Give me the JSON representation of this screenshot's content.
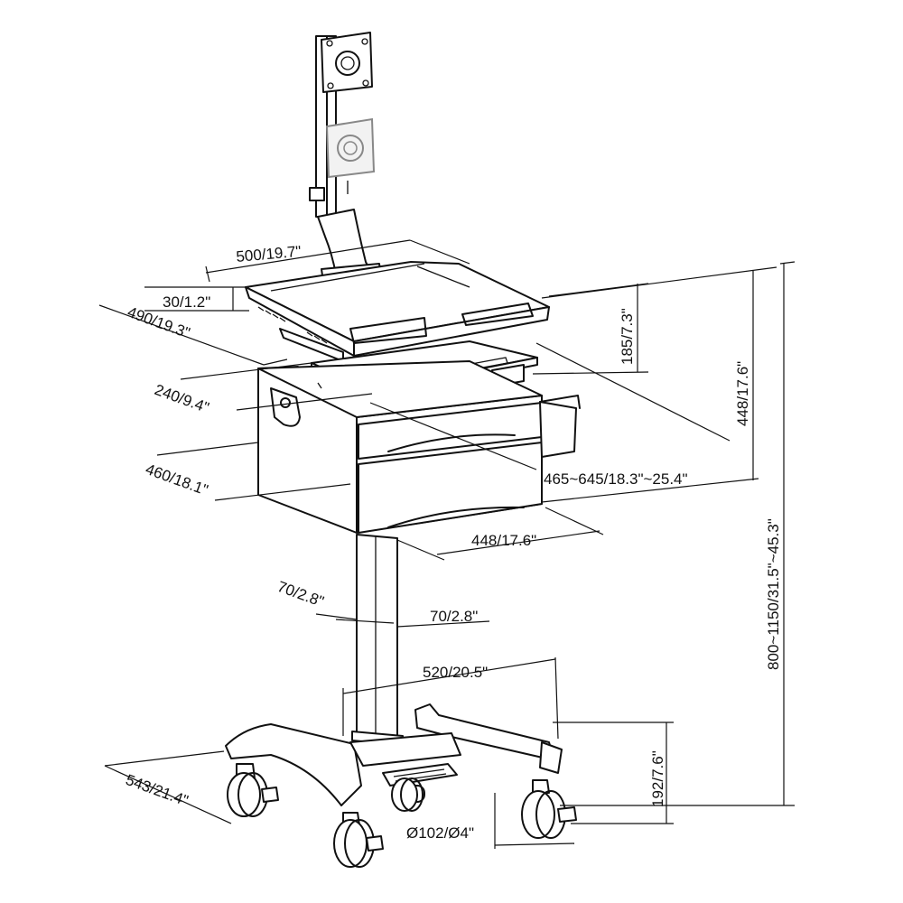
{
  "labels": {
    "top_width": "500/19.7\"",
    "top_thickness": "30/1.2\"",
    "top_depth": "490/19.3\"",
    "monitor_lift": "185/7.3\"",
    "keyboard_depth": "240/9.4\"",
    "cabinet_height": "448/17.6\"",
    "keyboard_range": "465~645/18.3\"~25.4\"",
    "cabinet_depth": "460/18.1\"",
    "cabinet_width": "448/17.6\"",
    "column_depth": "70/2.8\"",
    "column_width": "70/2.8\"",
    "overall_height": "800~1150/31.5\"~45.3\"",
    "base_width": "520/20.5\"",
    "base_height": "192/7.6\"",
    "base_depth": "543/21.4\"",
    "caster_diameter": "Ø102/Ø4\""
  }
}
